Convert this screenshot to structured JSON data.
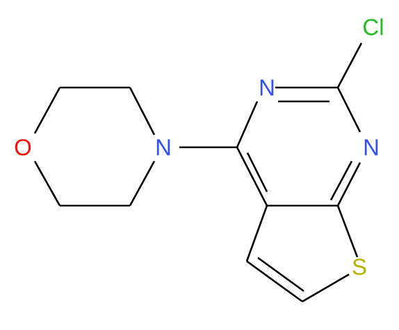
{
  "molecule": {
    "atoms": {
      "cl": {
        "label": "Cl",
        "color": "#1fbf1f"
      },
      "n_top": {
        "label": "N",
        "color": "#3050f8"
      },
      "n_right": {
        "label": "N",
        "color": "#3050f8"
      },
      "n_morph": {
        "label": "N",
        "color": "#3050f8"
      },
      "o": {
        "label": "O",
        "color": "#ff0d0d"
      },
      "s": {
        "label": "S",
        "color": "#b2b200"
      }
    },
    "bond_color": "#000000"
  }
}
